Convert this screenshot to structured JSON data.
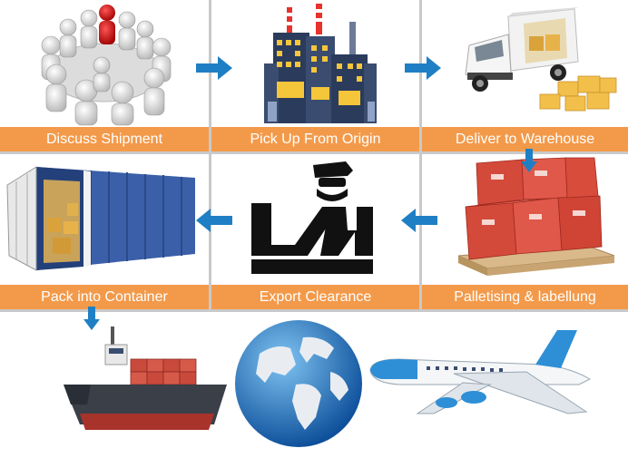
{
  "steps": [
    {
      "label": "Discuss Shipment",
      "icon": "meeting-people-icon"
    },
    {
      "label": "Pick Up From Origin",
      "icon": "factory-icon"
    },
    {
      "label": "Deliver to Warehouse",
      "icon": "delivery-truck-icon"
    },
    {
      "label": "Palletising & labellung",
      "icon": "pallet-boxes-icon"
    },
    {
      "label": "Export Clearance",
      "icon": "customs-officer-icon"
    },
    {
      "label": "Pack  into Container",
      "icon": "shipping-container-icon"
    }
  ],
  "transport": [
    "cargo-ship-icon",
    "globe-icon",
    "airplane-icon"
  ],
  "colors": {
    "label_bg": "#f39a4a",
    "arrow": "#1f7fc4",
    "grid": "#c9c9c9"
  }
}
